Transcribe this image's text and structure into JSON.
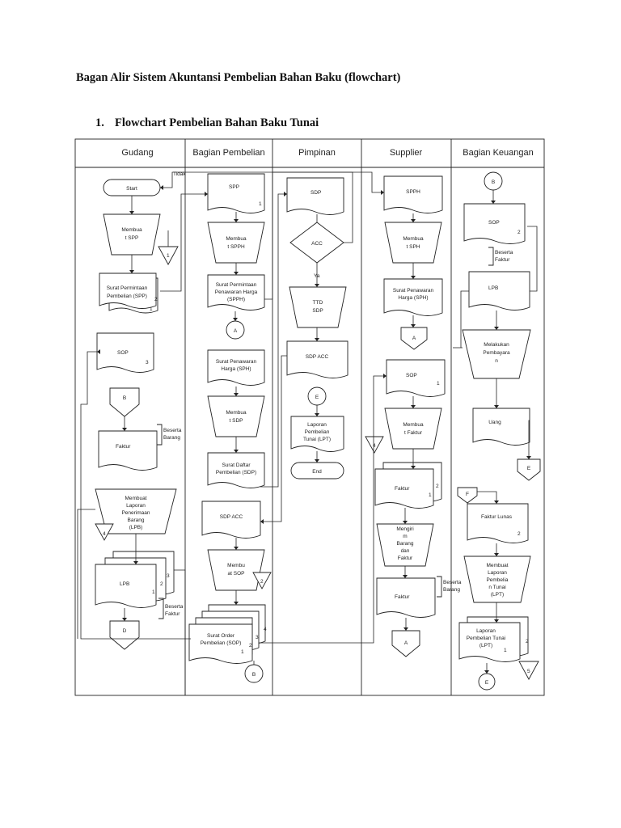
{
  "document": {
    "heading": "Bagan Alir Sistem Akuntansi Pembelian Bahan Baku (flowchart)",
    "section_number": "1.",
    "section_title": "Flowchart Pembelian Bahan Baku Tunai"
  },
  "lanes": [
    "Gudang",
    "Bagian Pembelian",
    "Pimpinan",
    "Supplier",
    "Bagian Keuangan"
  ],
  "gudang": {
    "start": "Start",
    "membuat_spp": [
      "Membua",
      "t SPP"
    ],
    "spp_doc": [
      "Surat Permintaan",
      "Pembelian (SPP)"
    ],
    "spp_copies": [
      "2",
      "1"
    ],
    "file_1": "1",
    "sop_doc": "SOP",
    "sop_copy": "3",
    "conn_b": "B",
    "faktur_doc": "Faktur",
    "beserta_barang": [
      "Beserta",
      "Barang"
    ],
    "membuat_lpb": [
      "Membuat",
      "Laporan",
      "Penerimaan",
      "Barang",
      "(LPB)"
    ],
    "file_4": "4",
    "lpb_doc": "LPB",
    "lpb_copies": [
      "3",
      "2",
      "1"
    ],
    "beserta_faktur": [
      "Beserta",
      "Faktur"
    ],
    "conn_d": "D"
  },
  "pembelian": {
    "tidak": "Tidak",
    "spp_doc": "SPP",
    "spp_copy": "1",
    "membuat_spph": [
      "Membua",
      "t SPPH"
    ],
    "spph_doc": [
      "Surat Permintaan",
      "Penawaran Harga",
      "(SPPH)"
    ],
    "conn_a": "A",
    "sph_doc": [
      "Surat Penawaran",
      "Harga (SPH)"
    ],
    "membuat_sdp": [
      "Membua",
      "t SDP"
    ],
    "sdp_doc": [
      "Surat Daftar",
      "Pembelian (SDP)"
    ],
    "sdp_acc_doc": "SDP ACC",
    "membuat_sop": [
      "Membu",
      "at SOP"
    ],
    "file_2": "2",
    "sop_doc": [
      "Surat Order",
      "Pembelian (SOP)"
    ],
    "sop_copies": [
      "4",
      "3",
      "2",
      "1"
    ],
    "conn_b": "B"
  },
  "pimpinan": {
    "sdp_doc": "SDP",
    "acc_decision": "ACC",
    "ya": "Ya",
    "ttd_sdp": [
      "TTD",
      "SDP"
    ],
    "sdp_acc_doc": "SDP ACC",
    "conn_e": "E",
    "lpt_doc": [
      "Laporan",
      "Pembelian",
      "Tunai (LPT)"
    ],
    "end": "End"
  },
  "supplier": {
    "spph_doc": "SPPH",
    "membuat_sph": [
      "Membua",
      "t SPH"
    ],
    "sph_doc": [
      "Surat Penawaran",
      "Harga (SPH)"
    ],
    "conn_a": "A",
    "sop_doc": "SOP",
    "sop_copy": "1",
    "membuat_faktur": [
      "Membua",
      "t Faktur"
    ],
    "file_4": "4",
    "faktur_doc": "Faktur",
    "faktur_copies": [
      "2",
      "1"
    ],
    "mengirim": [
      "Mengiri",
      "m",
      "Barang",
      "dan",
      "Faktur"
    ],
    "faktur_doc2": "Faktur",
    "beserta_barang": [
      "Beserta",
      "Barang"
    ],
    "conn_a2": "A"
  },
  "keuangan": {
    "conn_b": "B",
    "sop_doc": "SOP",
    "sop_copy": "2",
    "beserta_faktur": [
      "Beserta",
      "Faktur"
    ],
    "lpb_doc": "LPB",
    "melakukan": [
      "Melakukan",
      "Pembayara",
      "n"
    ],
    "uang_doc": "Uang",
    "conn_e_off": "E",
    "conn_f": "F",
    "faktur_lunas": "Faktur Lunas",
    "faktur_lunas_copy": "2",
    "membuat_lpt": [
      "Membuat",
      "Laporan",
      "Pembelia",
      "n Tunai",
      "(LPT)"
    ],
    "lpt_doc": [
      "Laporan",
      "Pembelian Tunai",
      "(LPT)"
    ],
    "lpt_copies": [
      "2",
      "1"
    ],
    "file_5": "5",
    "conn_e": "E"
  }
}
